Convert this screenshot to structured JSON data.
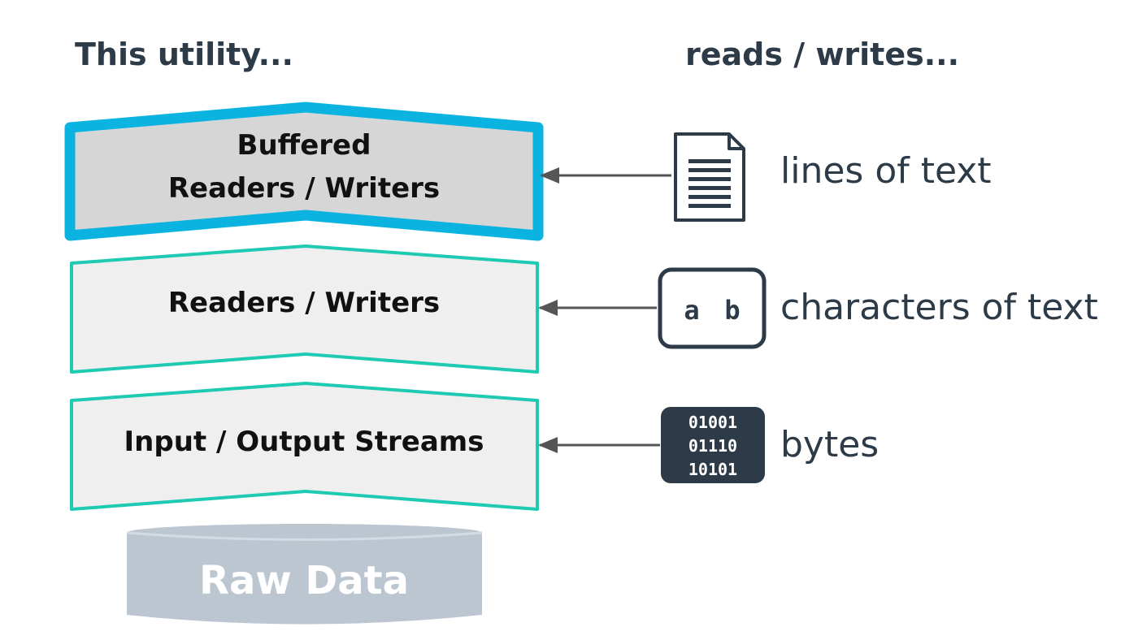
{
  "headings": {
    "left": "This utility...",
    "right": "reads / writes..."
  },
  "layers": {
    "buffered": {
      "line1": "Buffered",
      "line2": "Readers / Writers",
      "highlighted": true
    },
    "readers_writers": {
      "label": "Readers / Writers"
    },
    "streams": {
      "label": "Input / Output Streams"
    }
  },
  "raw_data": {
    "label": "Raw Data"
  },
  "data_types": {
    "lines": {
      "icon": "document-icon",
      "label": "lines of text"
    },
    "chars": {
      "icon": "ab-icon",
      "glyph_a": "a",
      "glyph_b": "b",
      "label": "characters of text"
    },
    "bytes": {
      "icon": "binary-icon",
      "row1": "01001",
      "row2": "01110",
      "row3": "10101",
      "label": "bytes"
    }
  },
  "colors": {
    "highlight_border": "#0bb4e0",
    "layer_border": "#1ecab2",
    "highlight_fill": "#d6d6d6",
    "layer_fill": "#efefef",
    "raw_data": "#bcc6d1",
    "text_dark": "#2d3b48",
    "arrow": "#555555",
    "binary_bg": "#2d3b48"
  }
}
